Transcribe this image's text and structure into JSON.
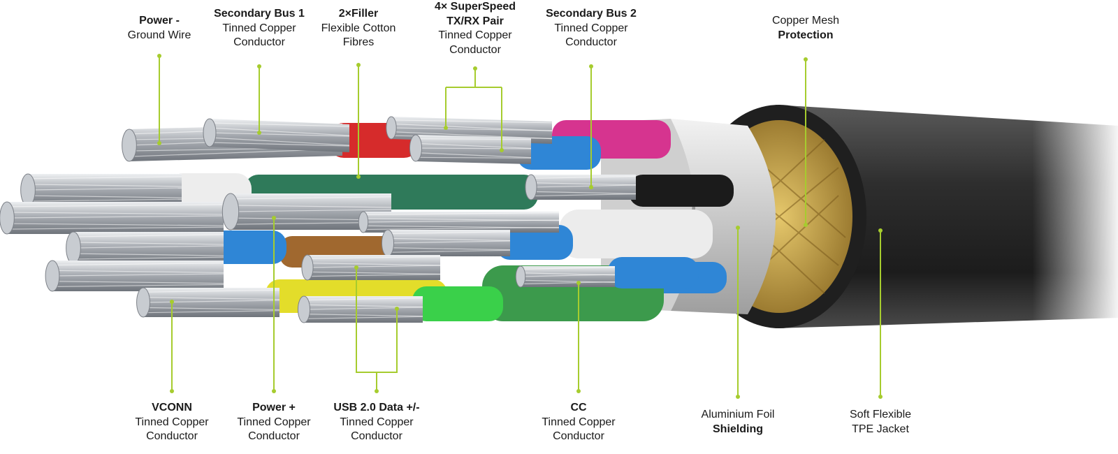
{
  "labels": [
    {
      "id": "power-ground",
      "lines": [
        {
          "t": "Power -",
          "bold": true
        },
        {
          "t": "Ground Wire",
          "bold": false
        }
      ]
    },
    {
      "id": "secondary-bus-1",
      "lines": [
        {
          "t": "Secondary Bus 1",
          "bold": true
        },
        {
          "t": "Tinned Copper",
          "bold": false
        },
        {
          "t": "Conductor",
          "bold": false
        }
      ]
    },
    {
      "id": "filler",
      "lines": [
        {
          "t": "2×Filler",
          "bold": true
        },
        {
          "t": "Flexible Cotton",
          "bold": false
        },
        {
          "t": "Fibres",
          "bold": false
        }
      ]
    },
    {
      "id": "superspeed",
      "lines": [
        {
          "t": "4× SuperSpeed",
          "bold": true
        },
        {
          "t": "TX/RX Pair",
          "bold": true
        },
        {
          "t": "Tinned Copper",
          "bold": false
        },
        {
          "t": "Conductor",
          "bold": false
        }
      ]
    },
    {
      "id": "secondary-bus-2",
      "lines": [
        {
          "t": "Secondary Bus 2",
          "bold": true
        },
        {
          "t": "Tinned Copper",
          "bold": false
        },
        {
          "t": "Conductor",
          "bold": false
        }
      ]
    },
    {
      "id": "copper-mesh",
      "lines": [
        {
          "t": "Copper Mesh",
          "bold": false
        },
        {
          "t": "Protection",
          "bold": true
        }
      ]
    },
    {
      "id": "vconn",
      "lines": [
        {
          "t": "VCONN",
          "bold": true
        },
        {
          "t": "Tinned Copper",
          "bold": false
        },
        {
          "t": "Conductor",
          "bold": false
        }
      ]
    },
    {
      "id": "power-plus",
      "lines": [
        {
          "t": "Power +",
          "bold": true
        },
        {
          "t": "Tinned Copper",
          "bold": false
        },
        {
          "t": "Conductor",
          "bold": false
        }
      ]
    },
    {
      "id": "usb2-data",
      "lines": [
        {
          "t": "USB 2.0 Data +/-",
          "bold": true
        },
        {
          "t": "Tinned Copper",
          "bold": false
        },
        {
          "t": "Conductor",
          "bold": false
        }
      ]
    },
    {
      "id": "cc",
      "lines": [
        {
          "t": "CC",
          "bold": true
        },
        {
          "t": "Tinned Copper",
          "bold": false
        },
        {
          "t": "Conductor",
          "bold": false
        }
      ]
    },
    {
      "id": "aluminium-foil",
      "lines": [
        {
          "t": "Aluminium Foil",
          "bold": false
        },
        {
          "t": "Shielding",
          "bold": true
        }
      ]
    },
    {
      "id": "tpe-jacket",
      "lines": [
        {
          "t": "Soft Flexible",
          "bold": false
        },
        {
          "t": "TPE Jacket",
          "bold": false
        }
      ]
    }
  ],
  "colors": {
    "leader": "#a6cc2e",
    "jacket": "#2b2b2b",
    "braid": "#c9a64a",
    "foil": "#d9d9d9",
    "blue": "#2f86d6",
    "white": "#ededed",
    "green": "#3aa84a",
    "red": "#d62b2b",
    "magenta": "#d6348f",
    "yellow": "#e3dd2a",
    "brown": "#a0682f",
    "black": "#1b1b1b",
    "teal": "#2f7a5a",
    "metal": "#b8bcc2"
  }
}
